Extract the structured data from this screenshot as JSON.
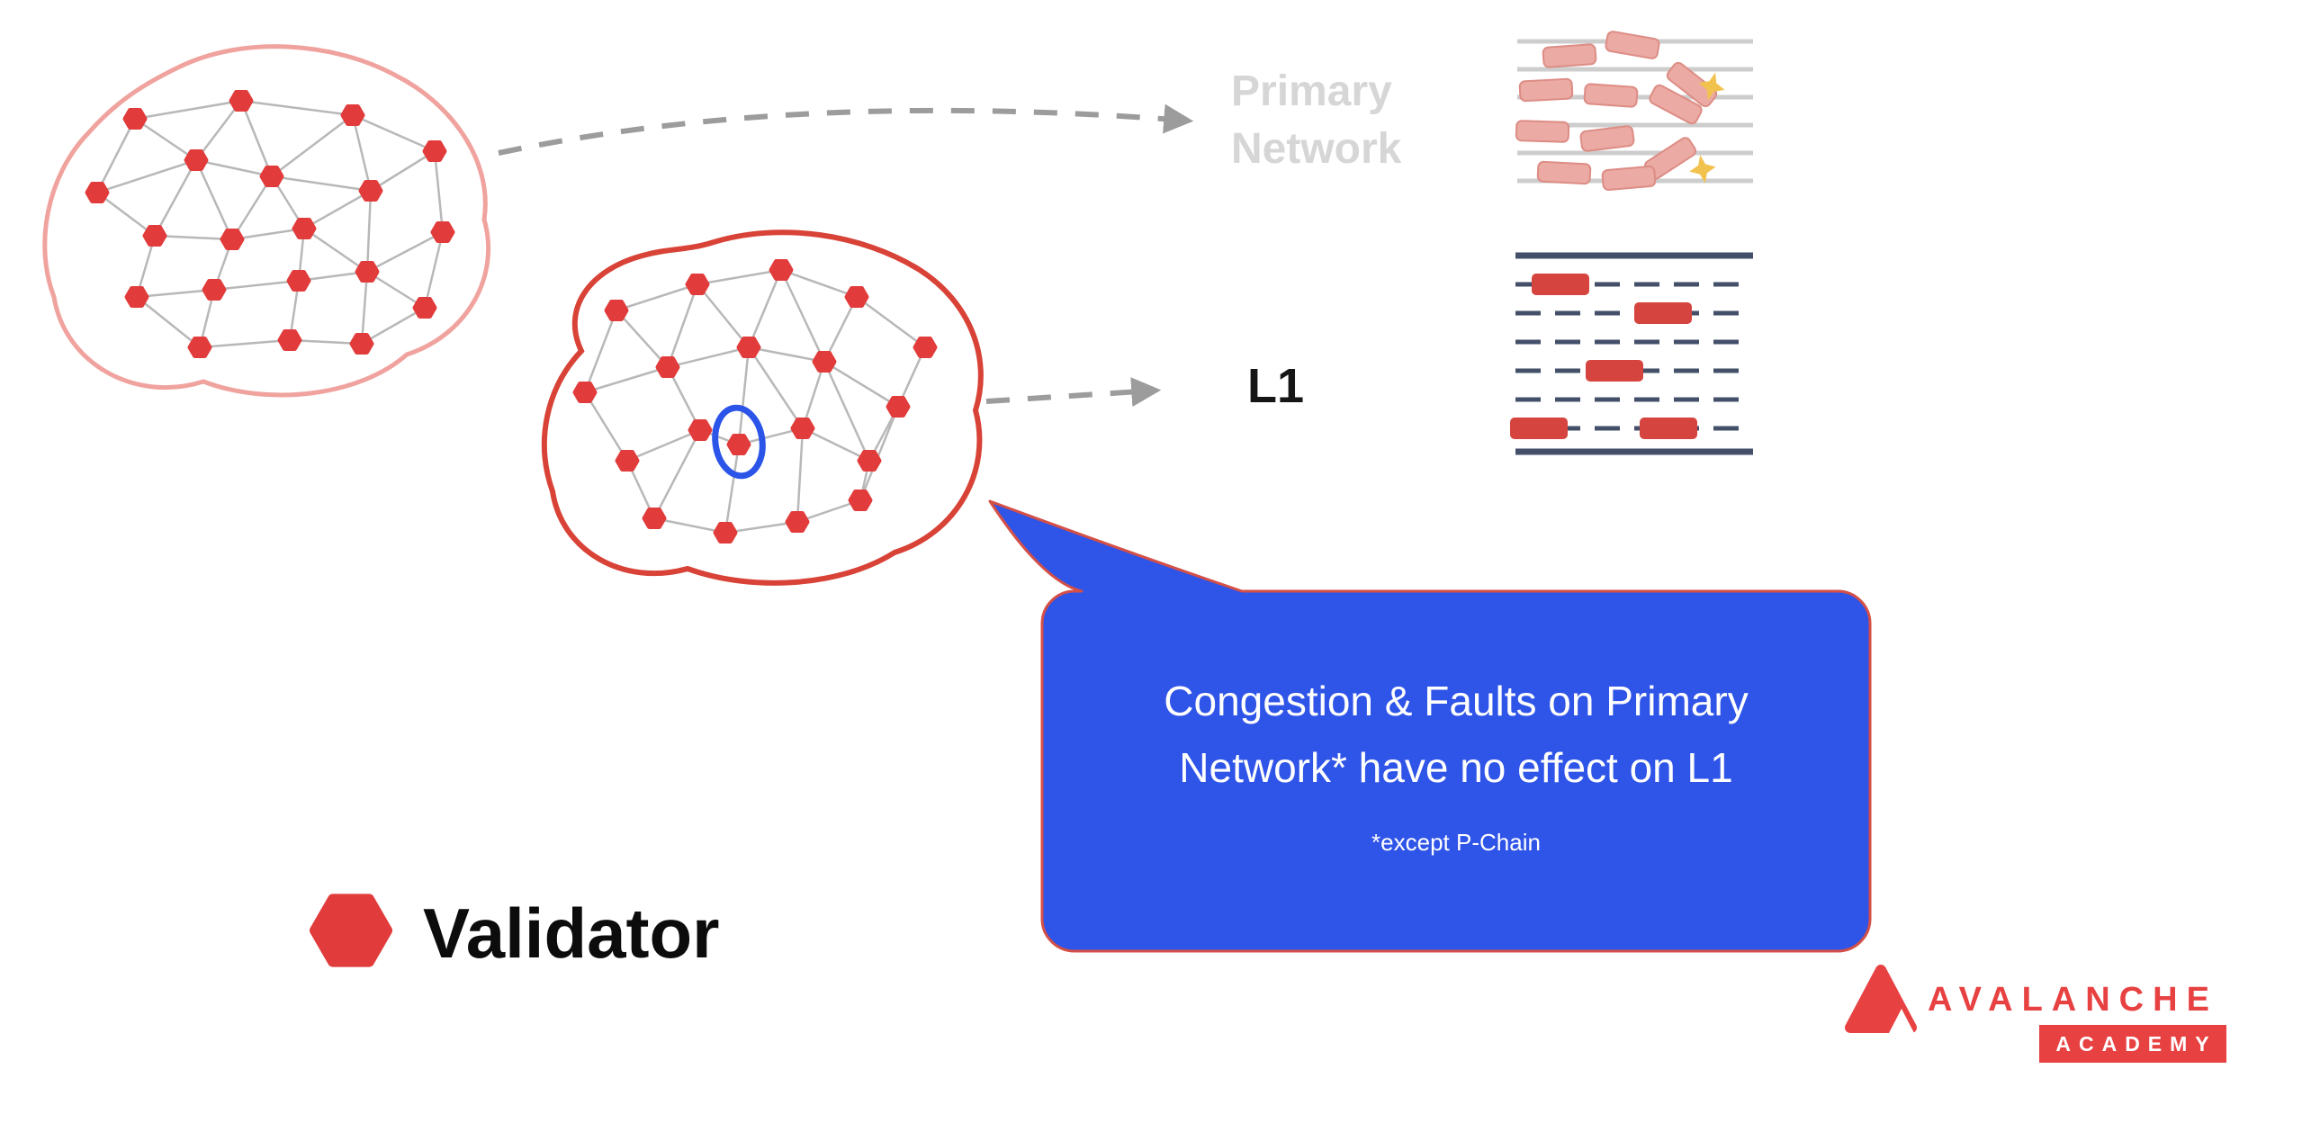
{
  "labels": {
    "primary_network": "Primary Network",
    "l1": "L1",
    "validator": "Validator"
  },
  "bubble": {
    "line1": "Congestion & Faults on Primary",
    "line2": "Network* have no effect on L1",
    "note": "*except P-Chain"
  },
  "logo": {
    "brand": "AVALANCHE",
    "sub": "ACADEMY"
  },
  "colors": {
    "node_red": "#e23b3b",
    "primary_blob_outline": "#f0a39e",
    "l1_blob_outline": "#d84237",
    "mesh_edge_gray": "#b8b8b8",
    "arrow_gray": "#9c9c9c",
    "primary_label_gray": "#d6d6d6",
    "l1_label_black": "#161616",
    "bubble_blue": "#2f54e8",
    "bubble_border_red": "#d44f46",
    "highlight_circle_blue": "#2b54e8",
    "chain_line_dark": "#44506a",
    "chain_block_red": "#d5443e",
    "primary_block_pink": "#ebaaa3",
    "fault_spark_yellow": "#f2c24e",
    "brand_red": "#e84142"
  },
  "icons": {
    "validator_node": "red-hexagon",
    "validator_legend": "red-hexagon",
    "fault_marks": "yellow-spark-star",
    "logo_mark": "avalanche-red-triangle",
    "arrows": "dashed-gray-arrow",
    "highlight": "blue-ellipse-circle"
  }
}
